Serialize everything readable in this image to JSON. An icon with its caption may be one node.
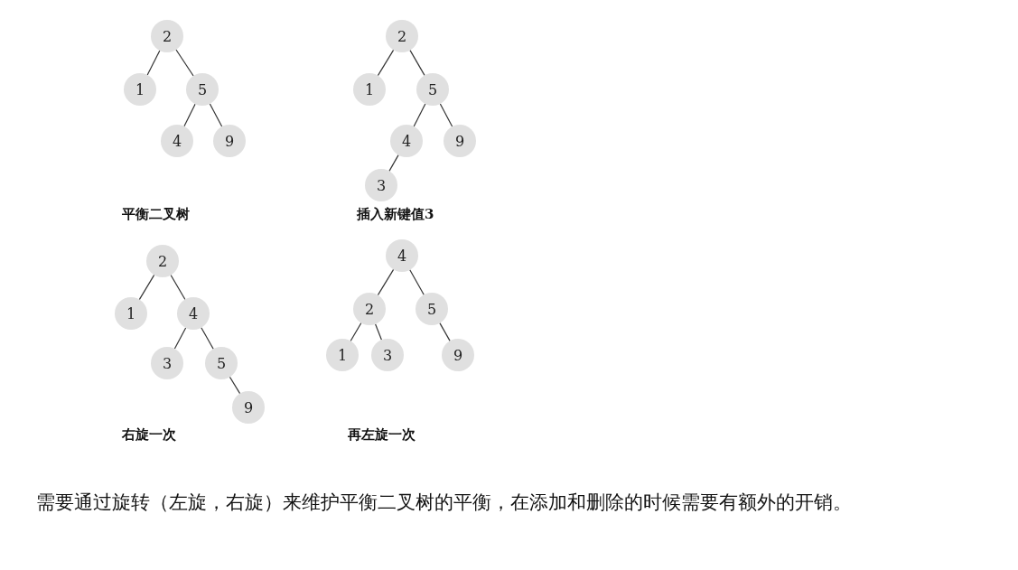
{
  "diagram": {
    "caption": "需要通过旋转（左旋，右旋）来维护平衡二叉树的平衡，在添加和删除的时候需要有额外的开销。",
    "nodes": [
      {
        "text": [
          "2"
        ]
      },
      {
        "text": [
          "1"
        ]
      },
      {
        "text": [
          "5"
        ]
      },
      {
        "text": [
          "4"
        ]
      },
      {
        "text": [
          "9"
        ]
      },
      {
        "text": [
          "2"
        ]
      },
      {
        "text": [
          "1"
        ]
      },
      {
        "text": [
          "5"
        ]
      },
      {
        "text": [
          "4"
        ]
      },
      {
        "text": [
          "9"
        ]
      },
      {
        "text": [
          "3"
        ]
      },
      {
        "text": [
          "2"
        ]
      },
      {
        "text": [
          "1"
        ]
      },
      {
        "text": [
          "4"
        ]
      },
      {
        "text": [
          "3"
        ]
      },
      {
        "text": [
          "5"
        ]
      },
      {
        "text": [
          "9"
        ]
      },
      {
        "text": [
          "4"
        ]
      },
      {
        "text": [
          "2"
        ]
      },
      {
        "text": [
          "5"
        ]
      },
      {
        "text": [
          "1"
        ]
      },
      {
        "text": [
          "3"
        ]
      },
      {
        "text": [
          "9"
        ]
      }
    ],
    "edges": [
      {
        "from": 0,
        "to": 1,
        "arrow": "none"
      },
      {
        "from": 0,
        "to": 2,
        "arrow": "none"
      },
      {
        "from": 2,
        "to": 3,
        "arrow": "none"
      },
      {
        "from": 2,
        "to": 4,
        "arrow": "none"
      },
      {
        "from": 5,
        "to": 6,
        "arrow": "none"
      },
      {
        "from": 5,
        "to": 7,
        "arrow": "none"
      },
      {
        "from": 7,
        "to": 8,
        "arrow": "none"
      },
      {
        "from": 7,
        "to": 9,
        "arrow": "none"
      },
      {
        "from": 8,
        "to": 10,
        "arrow": "none"
      },
      {
        "from": 11,
        "to": 12,
        "arrow": "none"
      },
      {
        "from": 11,
        "to": 13,
        "arrow": "none"
      },
      {
        "from": 13,
        "to": 14,
        "arrow": "none"
      },
      {
        "from": 13,
        "to": 15,
        "arrow": "none"
      },
      {
        "from": 15,
        "to": 16,
        "arrow": "none"
      },
      {
        "from": 17,
        "to": 18,
        "arrow": "none"
      },
      {
        "from": 17,
        "to": 19,
        "arrow": "none"
      },
      {
        "from": 18,
        "to": 20,
        "arrow": "none"
      },
      {
        "from": 18,
        "to": 21,
        "arrow": "none"
      },
      {
        "from": 19,
        "to": 22,
        "arrow": "none"
      }
    ],
    "labels": [
      "平衡二叉树",
      "插入新键值3",
      "右旋一次",
      "再左旋一次"
    ]
  }
}
